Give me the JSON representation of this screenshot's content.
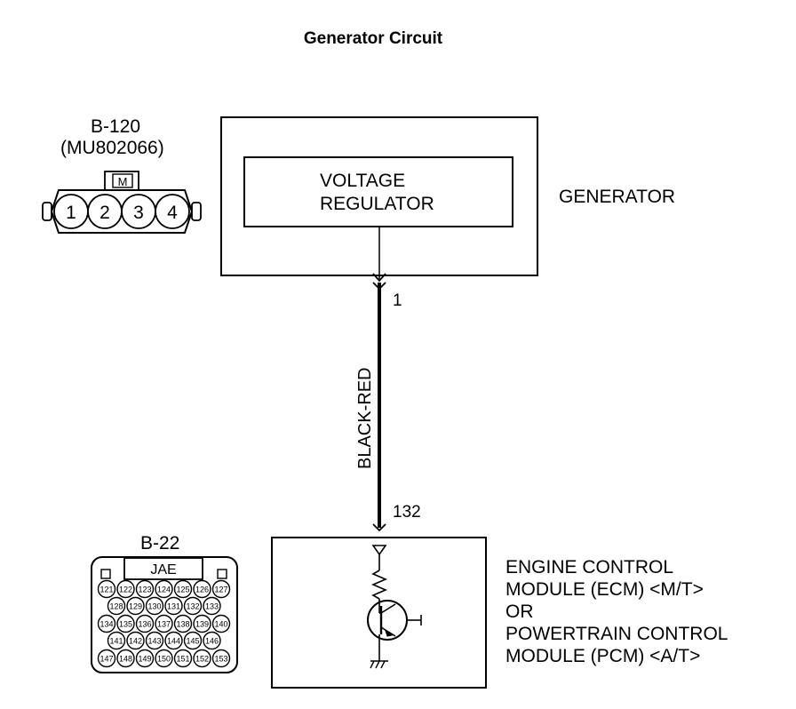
{
  "title": "Generator Circuit",
  "generator": {
    "label": "GENERATOR",
    "regulator_line1": "VOLTAGE",
    "regulator_line2": "REGULATOR"
  },
  "connector_b120": {
    "id": "B-120",
    "part": "(MU802066)",
    "key": "M",
    "pins": [
      "1",
      "2",
      "3",
      "4"
    ]
  },
  "wire": {
    "color": "BLACK-RED",
    "top_terminal": "1",
    "bottom_terminal": "132"
  },
  "connector_b22": {
    "id": "B-22",
    "key": "JAE",
    "rows": [
      [
        "121",
        "122",
        "123",
        "124",
        "125",
        "126",
        "127"
      ],
      [
        "128",
        "129",
        "130",
        "131",
        "132",
        "133"
      ],
      [
        "134",
        "135",
        "136",
        "137",
        "138",
        "139",
        "140"
      ],
      [
        "141",
        "142",
        "143",
        "144",
        "145",
        "146"
      ],
      [
        "147",
        "148",
        "149",
        "150",
        "151",
        "152",
        "153"
      ]
    ]
  },
  "module": {
    "line1": "ENGINE CONTROL",
    "line2": "MODULE (ECM) <M/T>",
    "line3": "OR",
    "line4": "POWERTRAIN CONTROL",
    "line5": "MODULE (PCM) <A/T>"
  }
}
